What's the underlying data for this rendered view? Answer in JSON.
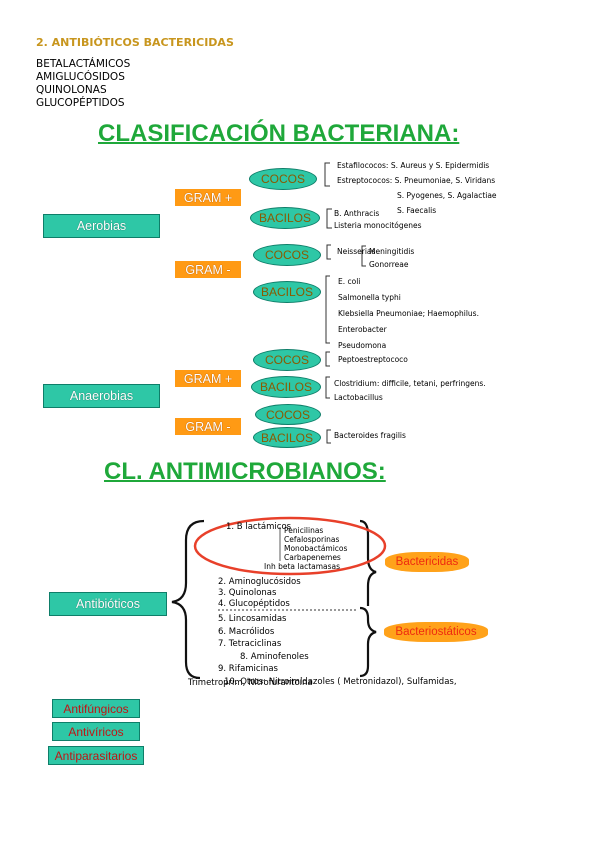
{
  "section_heading": "2. ANTIBIÓTICOS BACTERICIDAS",
  "drug_list": [
    "BETALACTÁMICOS",
    "AMIGLUCÓSIDOS",
    "QUINOLONAS",
    "GLUCOPÉPTIDOS"
  ],
  "classification": {
    "title": "CLASIFICACIÓN BACTERIANA:",
    "aerobias": {
      "label": "Aerobias",
      "gram_pos": {
        "label": "GRAM +",
        "cocos": {
          "label": "COCOS",
          "items": [
            "Estafilococos: S. Aureus y S. Epidermidis",
            "Estreptococos: S. Pneumoniae, S. Viridans",
            "S. Pyogenes, S. Agalactiae",
            "S. Faecalis"
          ]
        },
        "bacilos": {
          "label": "BACILOS",
          "items": [
            "B. Anthracis",
            "Listeria monocitógenes"
          ]
        }
      },
      "gram_neg": {
        "label": "GRAM -",
        "cocos": {
          "label": "COCOS",
          "genus": "Neisserias",
          "items": [
            "Meningitidis",
            "Gonorreae"
          ]
        },
        "bacilos": {
          "label": "BACILOS",
          "items": [
            "E. coli",
            "Salmonella typhi",
            "Klebsiella Pneumoniae; Haemophilus.",
            "Enterobacter",
            "Pseudomona"
          ]
        }
      }
    },
    "anaerobias": {
      "label": "Anaerobias",
      "gram_pos": {
        "label": "GRAM +",
        "cocos": {
          "label": "COCOS",
          "items": [
            "Peptoestreptococo"
          ]
        },
        "bacilos": {
          "label": "BACILOS",
          "items": [
            "Clostridium: difficile, tetani, perfringens.",
            "Lactobacillus"
          ]
        }
      },
      "gram_neg": {
        "label": "GRAM -",
        "cocos": {
          "label": "COCOS"
        },
        "bacilos": {
          "label": "BACILOS",
          "items": [
            "Bacteroides fragilis"
          ]
        }
      }
    }
  },
  "antimicrobials": {
    "title": "CL. ANTIMICROBIANOS:",
    "antibioticos_label": "Antibióticos",
    "betalactamicos": {
      "label": "1. B lactámicos",
      "items": [
        "Penicilinas",
        "Cefalosporinas",
        "Monobactámicos",
        "Carbapenemes",
        "Inh beta lactamasas"
      ]
    },
    "bactericidal_items": [
      "2. Aminoglucósidos",
      "3. Quinolonas",
      "4. Glucopéptidos"
    ],
    "bacteriostatic_items": [
      "5. Lincosamidas",
      "6. Macrólidos",
      "7. Tetraciclinas",
      "8. Aminofenoles",
      "9. Rifamicinas",
      "10. Otros: Nitroimidazoles ( Metronidazol), Sulfamidas,",
      "Trimetroprim, Nitrofurantoína"
    ],
    "bactericidas_label": "Bactericidas",
    "bacteriostaticos_label": "Bacteriostáticos",
    "others": [
      "Antifúngicos",
      "Antivíricos",
      "Antiparasitarios"
    ]
  },
  "colors": {
    "heading_gold": "#c8961e",
    "title_green": "#1fa83a",
    "teal": "#2ec7a6",
    "orange": "#ff9a14",
    "circle_red": "#e8402a"
  }
}
